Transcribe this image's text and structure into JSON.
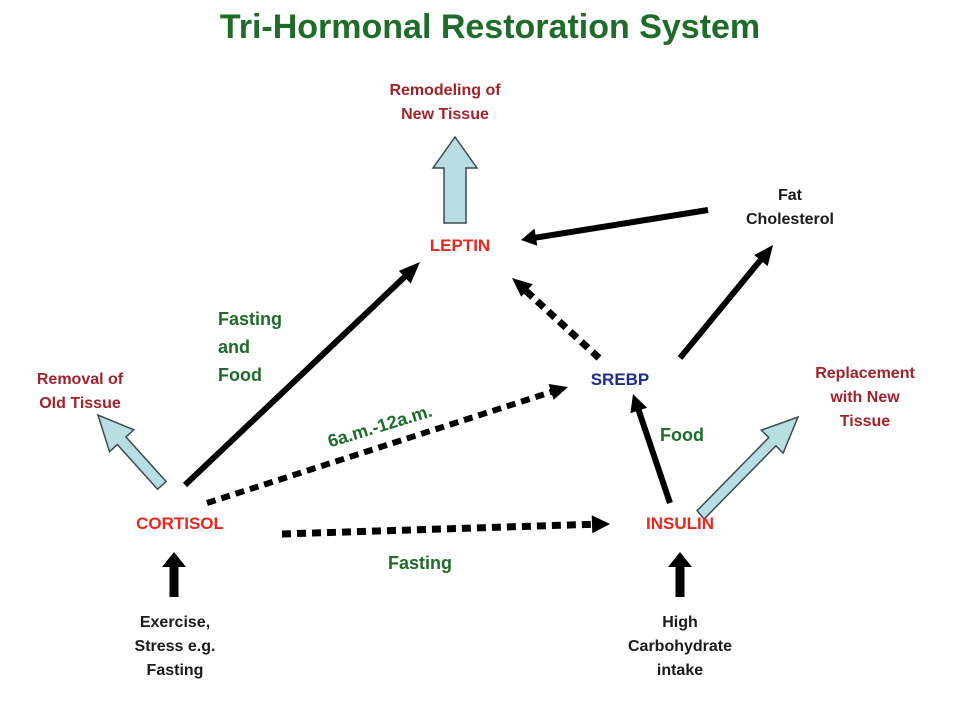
{
  "title": "Tri-Hormonal Restoration System",
  "nodes": {
    "leptin": "LEPTIN",
    "cortisol": "CORTISOL",
    "insulin": "INSULIN",
    "srebp": "SREBP"
  },
  "outcomes": {
    "remodeling": [
      "Remodeling of",
      "New Tissue"
    ],
    "removal": [
      "Removal of",
      "Old Tissue"
    ],
    "replacement": [
      "Replacement",
      "with New",
      "Tissue"
    ]
  },
  "inputs": {
    "fat_cholesterol": [
      "Fat",
      "Cholesterol"
    ],
    "exercise": [
      "Exercise,",
      "Stress e.g.",
      "Fasting"
    ],
    "carbohydrate": [
      "High",
      "Carbohydrate",
      "intake"
    ]
  },
  "edge_labels": {
    "fasting_and_food": [
      "Fasting",
      "and",
      "Food"
    ],
    "time_window": "6a.m.-12a.m.",
    "food": "Food",
    "fasting": "Fasting"
  },
  "colors": {
    "title": "#1e6b2a",
    "hormone": "#e8271f",
    "srebp": "#1f2d8a",
    "outcome": "#a1232a",
    "green_label": "#1e6b2a",
    "block_arrow_fill": "#b8dde3",
    "block_arrow_stroke": "#3a4a4f",
    "line_arrow": "#000000"
  },
  "arrows": [
    {
      "name": "cortisol-to-leptin-arrow",
      "from": "cortisol",
      "to": "leptin",
      "style": "solid"
    },
    {
      "name": "fat-to-leptin-arrow",
      "from": "fat_cholesterol",
      "to": "leptin",
      "style": "solid"
    },
    {
      "name": "srebp-to-leptin-arrow",
      "from": "srebp",
      "to": "leptin",
      "style": "dotted"
    },
    {
      "name": "srebp-to-fat-arrow",
      "from": "srebp",
      "to": "fat_cholesterol",
      "style": "solid"
    },
    {
      "name": "cortisol-to-srebp-arrow",
      "from": "cortisol",
      "to": "srebp",
      "style": "dotted"
    },
    {
      "name": "cortisol-to-insulin-arrow",
      "from": "cortisol",
      "to": "insulin",
      "style": "dotted"
    },
    {
      "name": "insulin-to-srebp-arrow",
      "from": "insulin",
      "to": "srebp",
      "style": "solid"
    },
    {
      "name": "exercise-to-cortisol-arrow",
      "from": "exercise",
      "to": "cortisol",
      "style": "solid"
    },
    {
      "name": "carbohydrate-to-insulin-arrow",
      "from": "carbohydrate",
      "to": "insulin",
      "style": "solid"
    },
    {
      "name": "leptin-to-remodeling-arrow",
      "from": "leptin",
      "to": "remodeling",
      "style": "block"
    },
    {
      "name": "cortisol-to-removal-arrow",
      "from": "cortisol",
      "to": "removal",
      "style": "block"
    },
    {
      "name": "insulin-to-replacement-arrow",
      "from": "insulin",
      "to": "replacement",
      "style": "block"
    }
  ]
}
